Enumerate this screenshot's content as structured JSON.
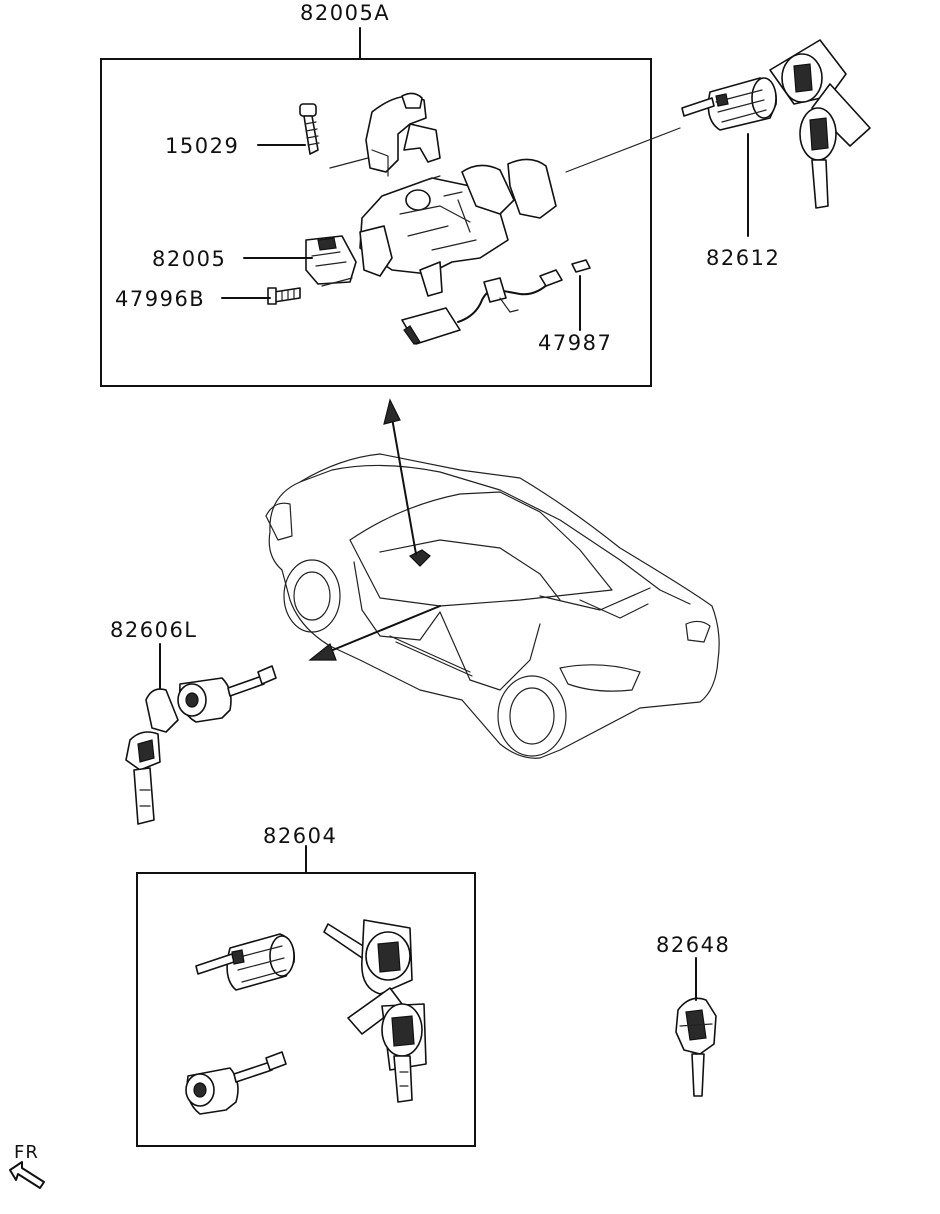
{
  "labels": {
    "assembly_top": "82005A",
    "part_15029": "15029",
    "part_82005": "82005",
    "part_47996b": "47996B",
    "part_47987": "47987",
    "part_82612": "82612",
    "part_82606l": "82606L",
    "part_82604": "82604",
    "part_82648": "82648",
    "direction": "FR"
  },
  "icons": [
    "forward-direction-arrow-icon",
    "car-outline-icon",
    "ignition-key-icon",
    "lock-cylinder-icon"
  ]
}
